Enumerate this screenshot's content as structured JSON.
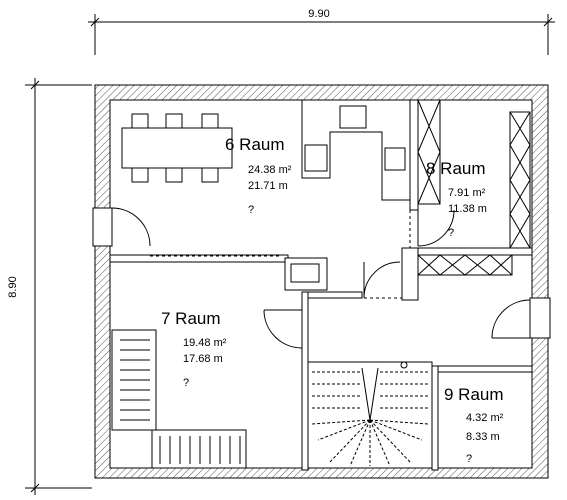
{
  "dimensions": {
    "width": "9.90",
    "height": "8.90"
  },
  "rooms": [
    {
      "name": "6 Raum",
      "area": "24.38 m²",
      "perimeter": "21.71 m",
      "extra": "?"
    },
    {
      "name": "8 Raum",
      "area": "7.91 m²",
      "perimeter": "11.38 m",
      "extra": "?"
    },
    {
      "name": "7 Raum",
      "area": "19.48 m²",
      "perimeter": "17.68 m",
      "extra": "?"
    },
    {
      "name": "9 Raum",
      "area": "4.32 m²",
      "perimeter": "8.33 m",
      "extra": "?"
    }
  ]
}
